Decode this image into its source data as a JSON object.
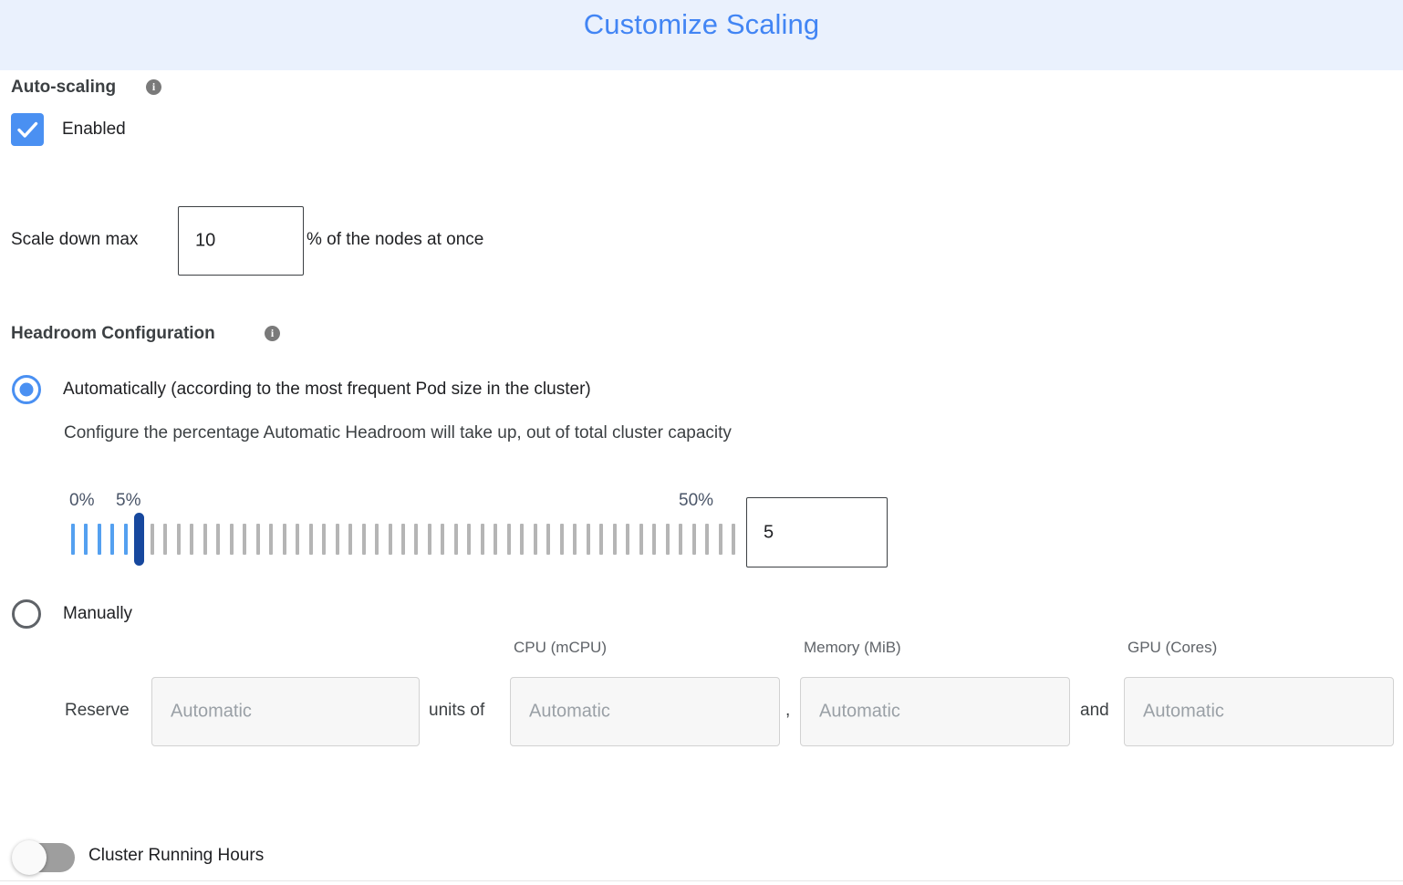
{
  "header": {
    "title": "Customize Scaling",
    "band_color": "#eaf1fd",
    "title_color": "#4285f4"
  },
  "autoscaling": {
    "heading": "Auto-scaling",
    "info_icon": "info-icon",
    "info_glyph": "i",
    "checkbox": {
      "label": "Enabled",
      "checked": true,
      "color": "#4a90f2"
    }
  },
  "scale_down": {
    "prefix_label": "Scale down max",
    "value": "10",
    "suffix_label": "% of the nodes at once"
  },
  "headroom": {
    "heading": "Headroom Configuration",
    "info_icon": "info-icon",
    "info_glyph": "i",
    "options": [
      {
        "id": "automatic",
        "label": "Automatically (according to the most frequent Pod size in the cluster)",
        "selected": true,
        "description": "Configure the percentage Automatic Headroom will take up, out of total cluster capacity"
      },
      {
        "id": "manually",
        "label": "Manually",
        "selected": false
      }
    ],
    "slider": {
      "min_label": "0%",
      "max_label": "50%",
      "current_label": "5%",
      "min": 0,
      "max": 50,
      "value": 5,
      "tick_count": 51,
      "filled_color": "#54a0f0",
      "track_color": "#b5b5b5",
      "thumb_color": "#17489e",
      "value_box": "5"
    },
    "manual_reserve": {
      "reserve_label": "Reserve",
      "units_label": "units of",
      "comma_label": ",",
      "and_label": "and",
      "fields": [
        {
          "id": "units",
          "header": "",
          "placeholder": "Automatic",
          "value": "",
          "disabled": true
        },
        {
          "id": "cpu",
          "header": "CPU (mCPU)",
          "placeholder": "Automatic",
          "value": "",
          "disabled": true
        },
        {
          "id": "memory",
          "header": "Memory (MiB)",
          "placeholder": "Automatic",
          "value": "",
          "disabled": true
        },
        {
          "id": "gpu",
          "header": "GPU (Cores)",
          "placeholder": "Automatic",
          "value": "",
          "disabled": true
        }
      ]
    }
  },
  "cluster_running_hours": {
    "label": "Cluster Running Hours",
    "enabled": false,
    "track_color": "#9e9e9e"
  }
}
